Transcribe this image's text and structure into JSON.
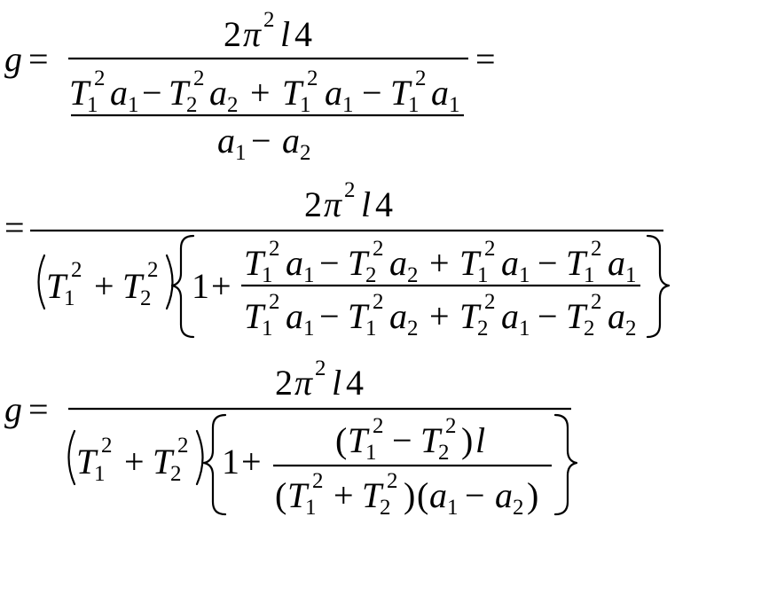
{
  "symbols": {
    "g": "g",
    "eq": "=",
    "plus": "+",
    "minus": "−",
    "two": "2",
    "pi": "π",
    "l": "l",
    "four": "4",
    "one": "1",
    "T": "T",
    "a": "a",
    "sub1": "1",
    "sub2": "2",
    "sq": "2",
    "lparen": "(",
    "rparen": ")"
  }
}
